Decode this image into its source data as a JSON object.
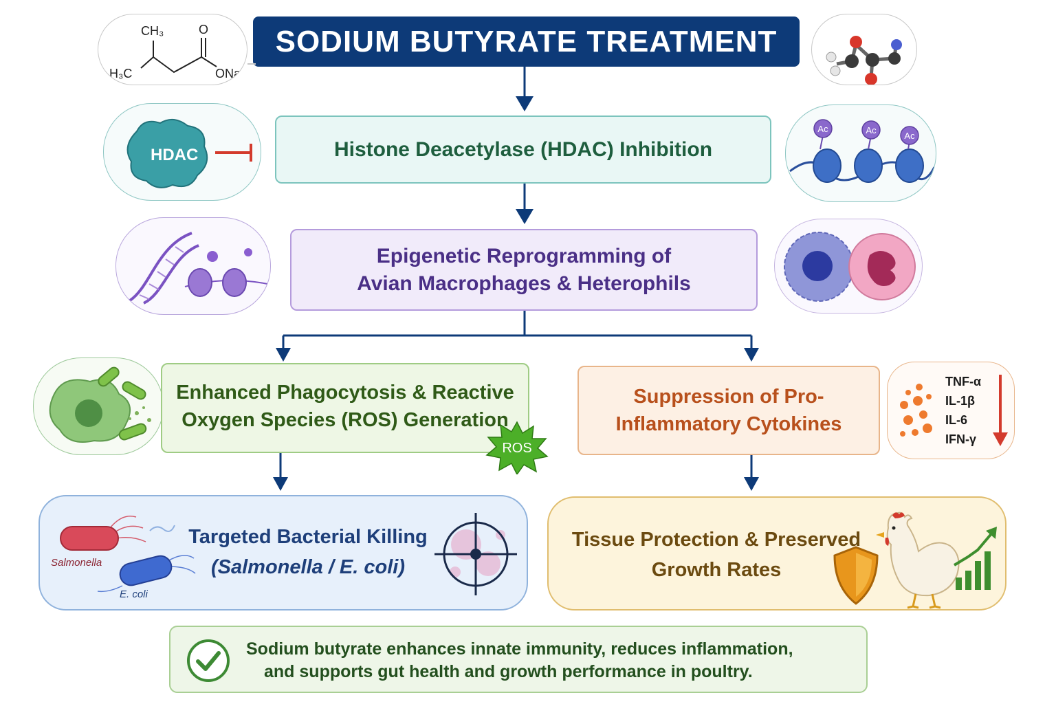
{
  "title": "SODIUM BUTYRATE TREATMENT",
  "molecule": {
    "ch3_top": "CH₃",
    "h3c": "H₃C",
    "oxygen": "O",
    "ona": "ONa"
  },
  "steps": {
    "hdac_inhibition": "Histone Deacetylase (HDAC) Inhibition",
    "epigenetic_line1": "Epigenetic Reprogramming of",
    "epigenetic_line2": "Avian Macrophages & Heterophils",
    "phago_line1": "Enhanced Phagocytosis & Reactive",
    "phago_line2": "Oxygen Species (ROS) Generation",
    "suppression_line1": "Suppression of Pro-",
    "suppression_line2": "Inflammatory Cytokines",
    "killing_line1": "Targeted Bacterial Killing",
    "killing_line2": "(Salmonella / E. coli)",
    "tissue_line1": "Tissue Protection & Preserved",
    "tissue_line2": "Growth Rates"
  },
  "icons": {
    "hdac_label": "HDAC",
    "acetyl_label": "Ac",
    "ros_label": "ROS",
    "salmonella_label": "Salmonella",
    "ecoli_label": "E. coli"
  },
  "cytokines": [
    "TNF-α",
    "IL-1β",
    "IL-6",
    "IFN-γ"
  ],
  "conclusion": {
    "line1": "Sodium butyrate enhances innate immunity, reduces inflammation,",
    "line2": "and supports gut health and growth performance in poultry."
  },
  "colors": {
    "navy": "#0d3a78",
    "hdac_text": "#1e5e3e",
    "epigenetic_text": "#4a2f86",
    "phago_text": "#2f5a17",
    "suppression_text": "#b8501c",
    "killing_text": "#1e3f7a",
    "tissue_text": "#6b4a10",
    "inhibit_red": "#d33a2c"
  }
}
